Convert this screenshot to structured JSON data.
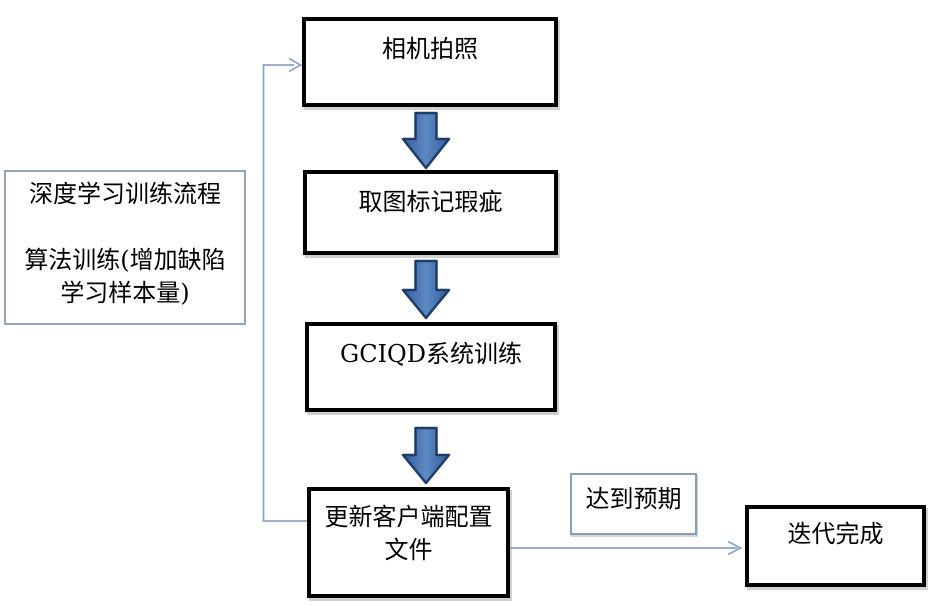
{
  "diagram": {
    "nodes": {
      "camera": {
        "label": "相机拍照"
      },
      "annotate": {
        "label": "取图标记瑕疵"
      },
      "train": {
        "label": "GCIQD系统训练"
      },
      "update": {
        "label": "更新客户端配置文件"
      },
      "expect": {
        "label": "达到预期"
      },
      "complete": {
        "label": "迭代完成"
      },
      "note": {
        "lines": [
          "深度学习训练流程",
          "",
          "算法训练(增加缺陷",
          "学习样本量)"
        ]
      }
    },
    "colors": {
      "process_border": "#000000",
      "note_border": "#95a3ba",
      "connector_line": "#8ca3c6",
      "block_arrow_fill": "#3a6aad",
      "block_arrow_edge": "#1d3c66"
    }
  }
}
